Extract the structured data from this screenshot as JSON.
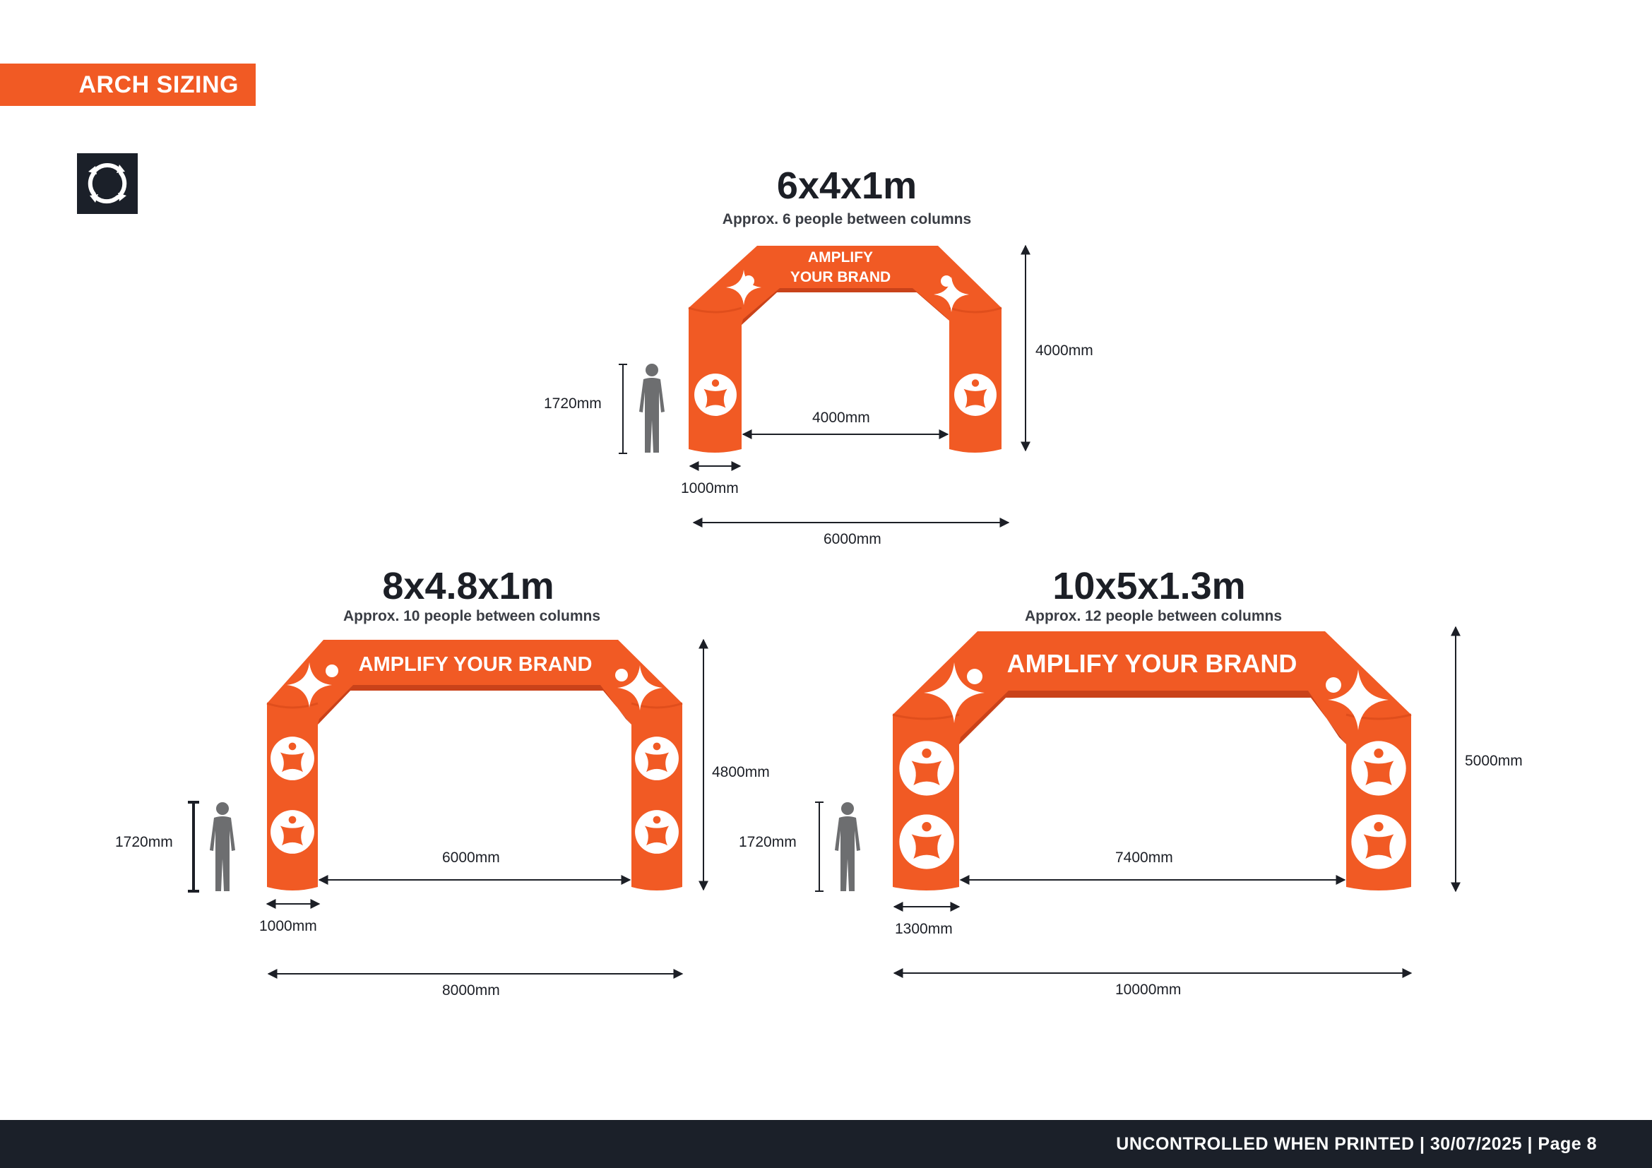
{
  "header": {
    "section_title": "ARCH SIZING"
  },
  "logo": {
    "icon": "circular-arrows-icon"
  },
  "colors": {
    "brand_orange": "#f15a24",
    "dark": "#1b2029",
    "figure_gray": "#6d6e70"
  },
  "arches": [
    {
      "title": "6x4x1m",
      "subtitle": "Approx. 6 people between columns",
      "banner_lines": [
        "AMPLIFY",
        "YOUR BRAND"
      ],
      "person_height": "1720mm",
      "arch_height": "4000mm",
      "inner_width": "4000mm",
      "column_width": "1000mm",
      "total_width": "6000mm"
    },
    {
      "title": "8x4.8x1m",
      "subtitle": "Approx. 10 people between columns",
      "banner_lines": [
        "AMPLIFY YOUR BRAND"
      ],
      "person_height": "1720mm",
      "arch_height": "4800mm",
      "inner_width": "6000mm",
      "column_width": "1000mm",
      "total_width": "8000mm"
    },
    {
      "title": "10x5x1.3m",
      "subtitle": "Approx. 12 people between columns",
      "banner_lines": [
        "AMPLIFY YOUR BRAND"
      ],
      "person_height": "1720mm",
      "arch_height": "5000mm",
      "inner_width": "7400mm",
      "column_width": "1300mm",
      "total_width": "10000mm"
    }
  ],
  "footer": {
    "text": "UNCONTROLLED WHEN PRINTED | 30/07/2025 | Page 8"
  }
}
